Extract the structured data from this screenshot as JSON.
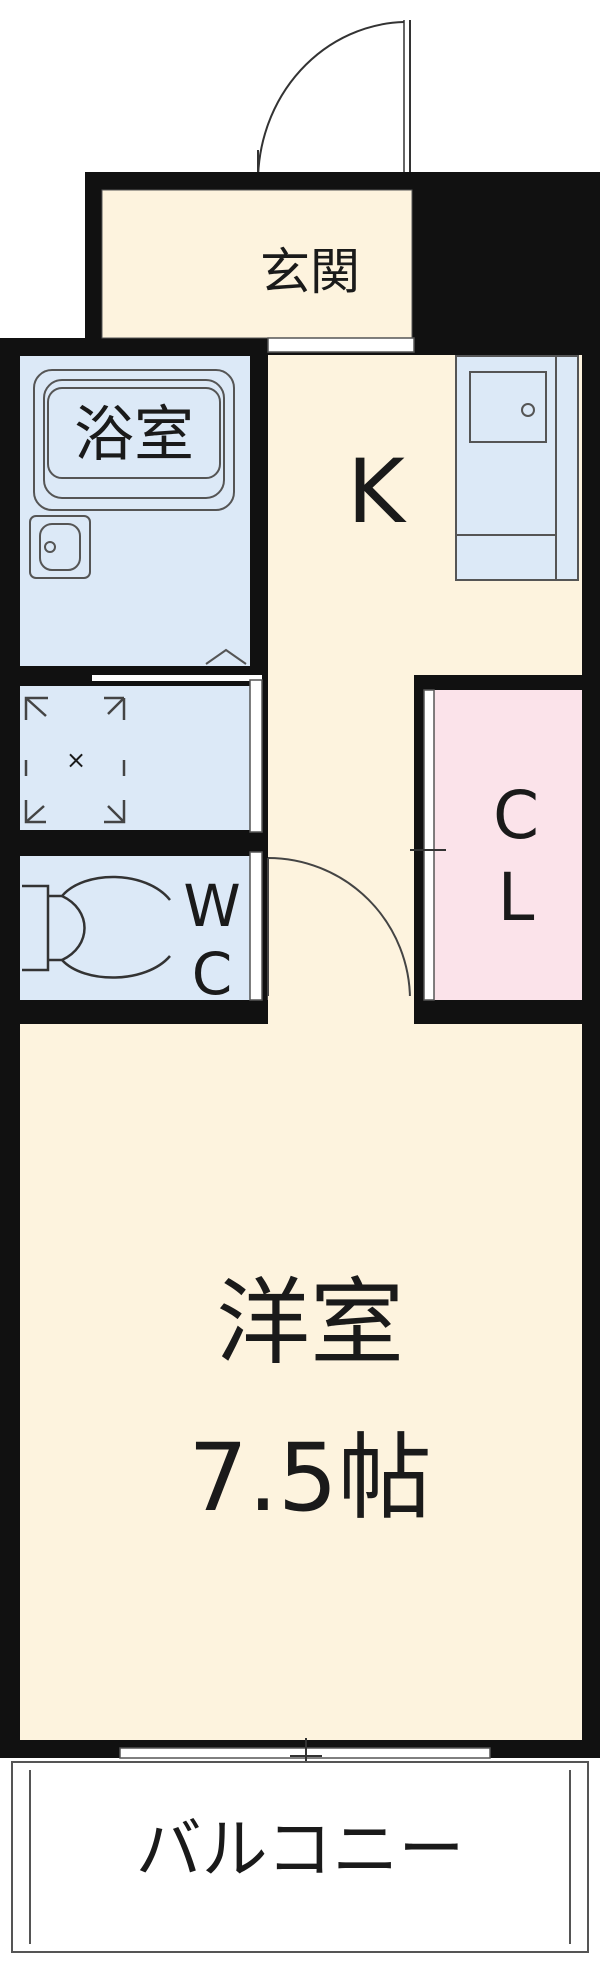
{
  "rooms": {
    "entrance": {
      "label": "玄関"
    },
    "kitchen": {
      "label": "K"
    },
    "bathroom": {
      "label": "浴室"
    },
    "closet": {
      "label_c": "C",
      "label_l": "L"
    },
    "toilet": {
      "label_w": "W",
      "label_c": "C"
    },
    "washroom": {
      "label": "×"
    },
    "western_room": {
      "label": "洋室",
      "size": "7.5帖"
    },
    "balcony": {
      "label": "バルコニー"
    }
  },
  "colors": {
    "wall": "#111111",
    "floor_beige": "#fdf3de",
    "wet_blue": "#dce9f7",
    "closet_pink": "#fbe3ea",
    "balcony_white": "#ffffff"
  }
}
